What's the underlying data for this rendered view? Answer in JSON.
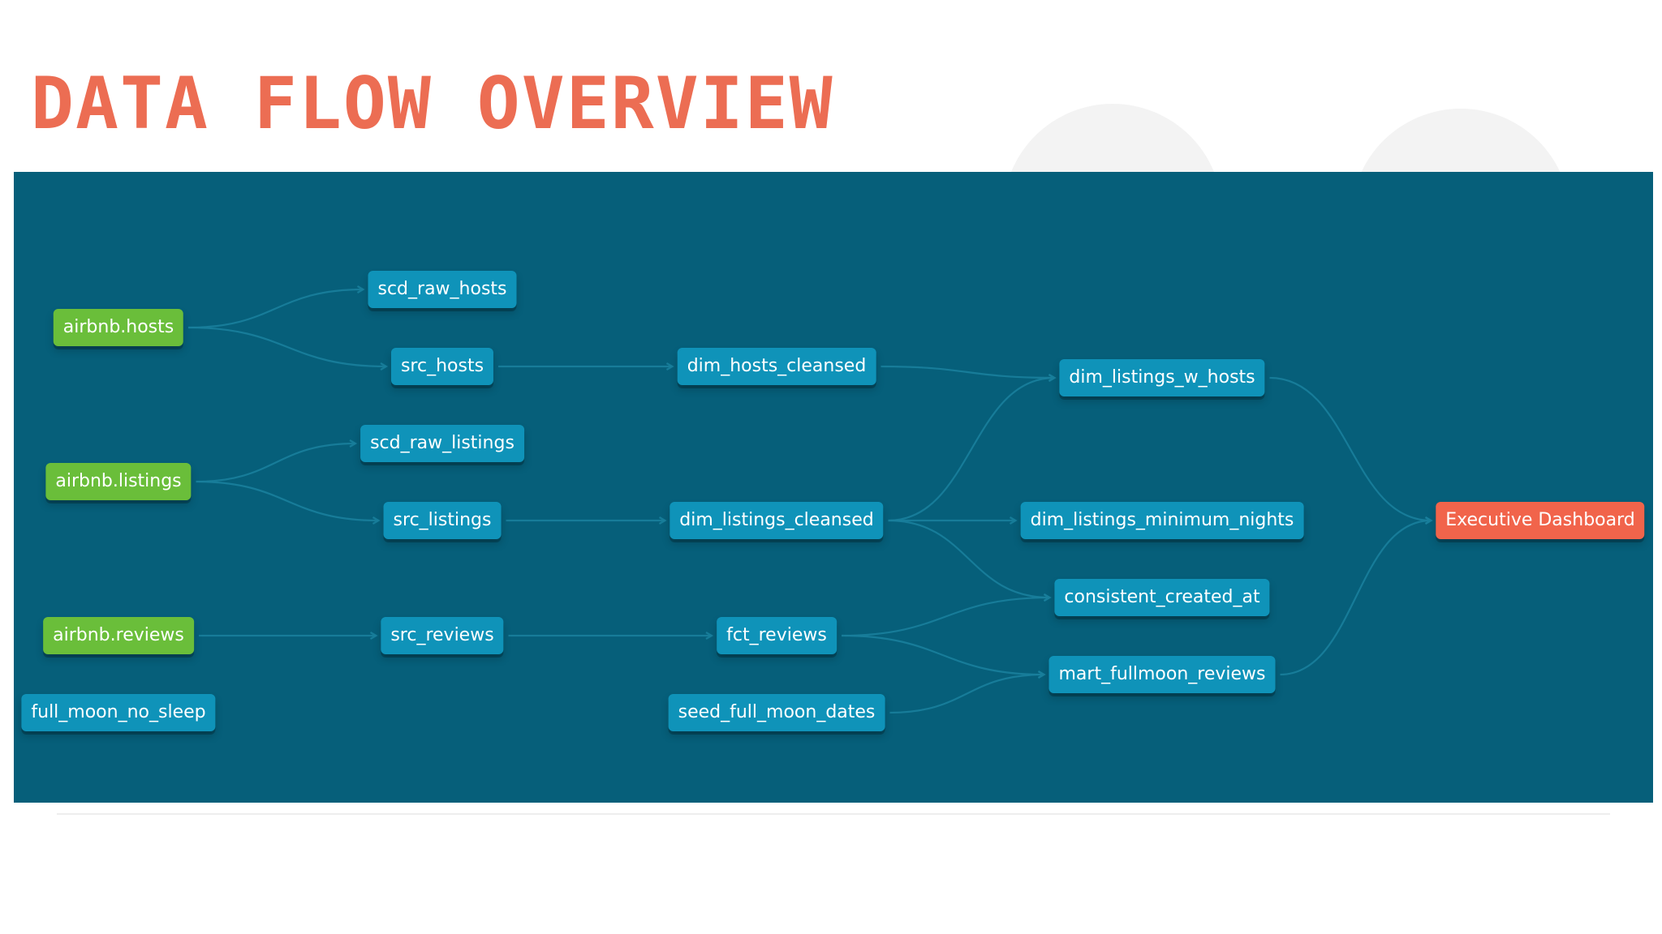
{
  "title": "DATA FLOW OVERVIEW",
  "colors": {
    "title": "#ec6d53",
    "canvas_background": "#065f7a",
    "model_node": "#0f93b9",
    "source_node": "#6abe3a",
    "exposure_node": "#f1644b",
    "edge": "#1a7f9c"
  },
  "lineage": {
    "nodes": [
      {
        "id": "airbnb_hosts",
        "label": "airbnb.hosts",
        "kind": "source"
      },
      {
        "id": "airbnb_listings",
        "label": "airbnb.listings",
        "kind": "source"
      },
      {
        "id": "airbnb_reviews",
        "label": "airbnb.reviews",
        "kind": "source"
      },
      {
        "id": "full_moon_no_sleep",
        "label": "full_moon_no_sleep",
        "kind": "model"
      },
      {
        "id": "scd_raw_hosts",
        "label": "scd_raw_hosts",
        "kind": "model"
      },
      {
        "id": "src_hosts",
        "label": "src_hosts",
        "kind": "model"
      },
      {
        "id": "scd_raw_listings",
        "label": "scd_raw_listings",
        "kind": "model"
      },
      {
        "id": "src_listings",
        "label": "src_listings",
        "kind": "model"
      },
      {
        "id": "src_reviews",
        "label": "src_reviews",
        "kind": "model"
      },
      {
        "id": "dim_hosts_cleansed",
        "label": "dim_hosts_cleansed",
        "kind": "model"
      },
      {
        "id": "dim_listings_cleansed",
        "label": "dim_listings_cleansed",
        "kind": "model"
      },
      {
        "id": "fct_reviews",
        "label": "fct_reviews",
        "kind": "model"
      },
      {
        "id": "seed_full_moon_dates",
        "label": "seed_full_moon_dates",
        "kind": "model"
      },
      {
        "id": "dim_listings_w_hosts",
        "label": "dim_listings_w_hosts",
        "kind": "model"
      },
      {
        "id": "dim_listings_minimum_nights",
        "label": "dim_listings_minimum_nights",
        "kind": "model"
      },
      {
        "id": "consistent_created_at",
        "label": "consistent_created_at",
        "kind": "model"
      },
      {
        "id": "mart_fullmoon_reviews",
        "label": "mart_fullmoon_reviews",
        "kind": "model"
      },
      {
        "id": "executive_dashboard",
        "label": "Executive Dashboard",
        "kind": "exposure"
      }
    ],
    "edges": [
      [
        "airbnb_hosts",
        "scd_raw_hosts"
      ],
      [
        "airbnb_hosts",
        "src_hosts"
      ],
      [
        "airbnb_listings",
        "scd_raw_listings"
      ],
      [
        "airbnb_listings",
        "src_listings"
      ],
      [
        "airbnb_reviews",
        "src_reviews"
      ],
      [
        "src_hosts",
        "dim_hosts_cleansed"
      ],
      [
        "src_listings",
        "dim_listings_cleansed"
      ],
      [
        "src_reviews",
        "fct_reviews"
      ],
      [
        "dim_hosts_cleansed",
        "dim_listings_w_hosts"
      ],
      [
        "dim_listings_cleansed",
        "dim_listings_w_hosts"
      ],
      [
        "dim_listings_cleansed",
        "dim_listings_minimum_nights"
      ],
      [
        "dim_listings_cleansed",
        "consistent_created_at"
      ],
      [
        "fct_reviews",
        "consistent_created_at"
      ],
      [
        "fct_reviews",
        "mart_fullmoon_reviews"
      ],
      [
        "seed_full_moon_dates",
        "mart_fullmoon_reviews"
      ],
      [
        "dim_listings_w_hosts",
        "executive_dashboard"
      ],
      [
        "mart_fullmoon_reviews",
        "executive_dashboard"
      ]
    ]
  }
}
